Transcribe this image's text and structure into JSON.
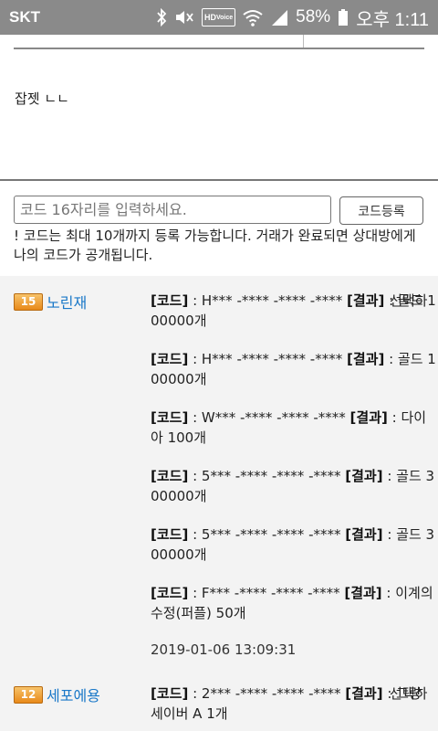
{
  "status_bar": {
    "carrier": "SKT",
    "hd_badge_top": "HD",
    "hd_badge_bottom": "Voice",
    "battery_pct": "58%",
    "time": "오후 1:11",
    "icons": [
      "bluetooth-icon",
      "mute-icon",
      "hd-voice-icon",
      "wifi-icon",
      "signal-icon",
      "battery-icon"
    ]
  },
  "message": {
    "text": "잡젯 ㄴㄴ"
  },
  "code_form": {
    "placeholder": "코드 16자리를 입력하세요.",
    "register_label": "코드등록",
    "notice": "! 코드는 최대 10개까지 등록 가능합니다. 거래가 완료되면 상대방에게 나의 코드가 공개됩니다."
  },
  "entries": [
    {
      "level": "15",
      "username": "노린재",
      "select_label": "선택하",
      "codes": [
        {
          "code_label": "[코드]",
          "code_value": " : H*** -**** -**** -**** ",
          "result_label": "[결과]",
          "result_value": " : 골드 100000개"
        },
        {
          "code_label": "[코드]",
          "code_value": " : H*** -**** -**** -**** ",
          "result_label": "[결과]",
          "result_value": " : 골드 100000개"
        },
        {
          "code_label": "[코드]",
          "code_value": " : W*** -**** -**** -**** ",
          "result_label": "[결과]",
          "result_value": " : 다이아 100개"
        },
        {
          "code_label": "[코드]",
          "code_value": " : 5*** -**** -**** -**** ",
          "result_label": "[결과]",
          "result_value": " : 골드 300000개"
        },
        {
          "code_label": "[코드]",
          "code_value": " : 5*** -**** -**** -**** ",
          "result_label": "[결과]",
          "result_value": " : 골드 300000개"
        },
        {
          "code_label": "[코드]",
          "code_value": " : F*** -**** -**** -**** ",
          "result_label": "[결과]",
          "result_value": " : 이계의 수정(퍼플) 50개"
        }
      ],
      "timestamp": "2019-01-06 13:09:31"
    },
    {
      "level": "12",
      "username": "세포에용",
      "select_label": "선택하",
      "codes": [
        {
          "code_label": "[코드]",
          "code_value": " : 2*** -**** -**** -**** ",
          "result_label": "[결과]",
          "result_value": " : 그랑 세이버 A 1개"
        }
      ]
    }
  ]
}
